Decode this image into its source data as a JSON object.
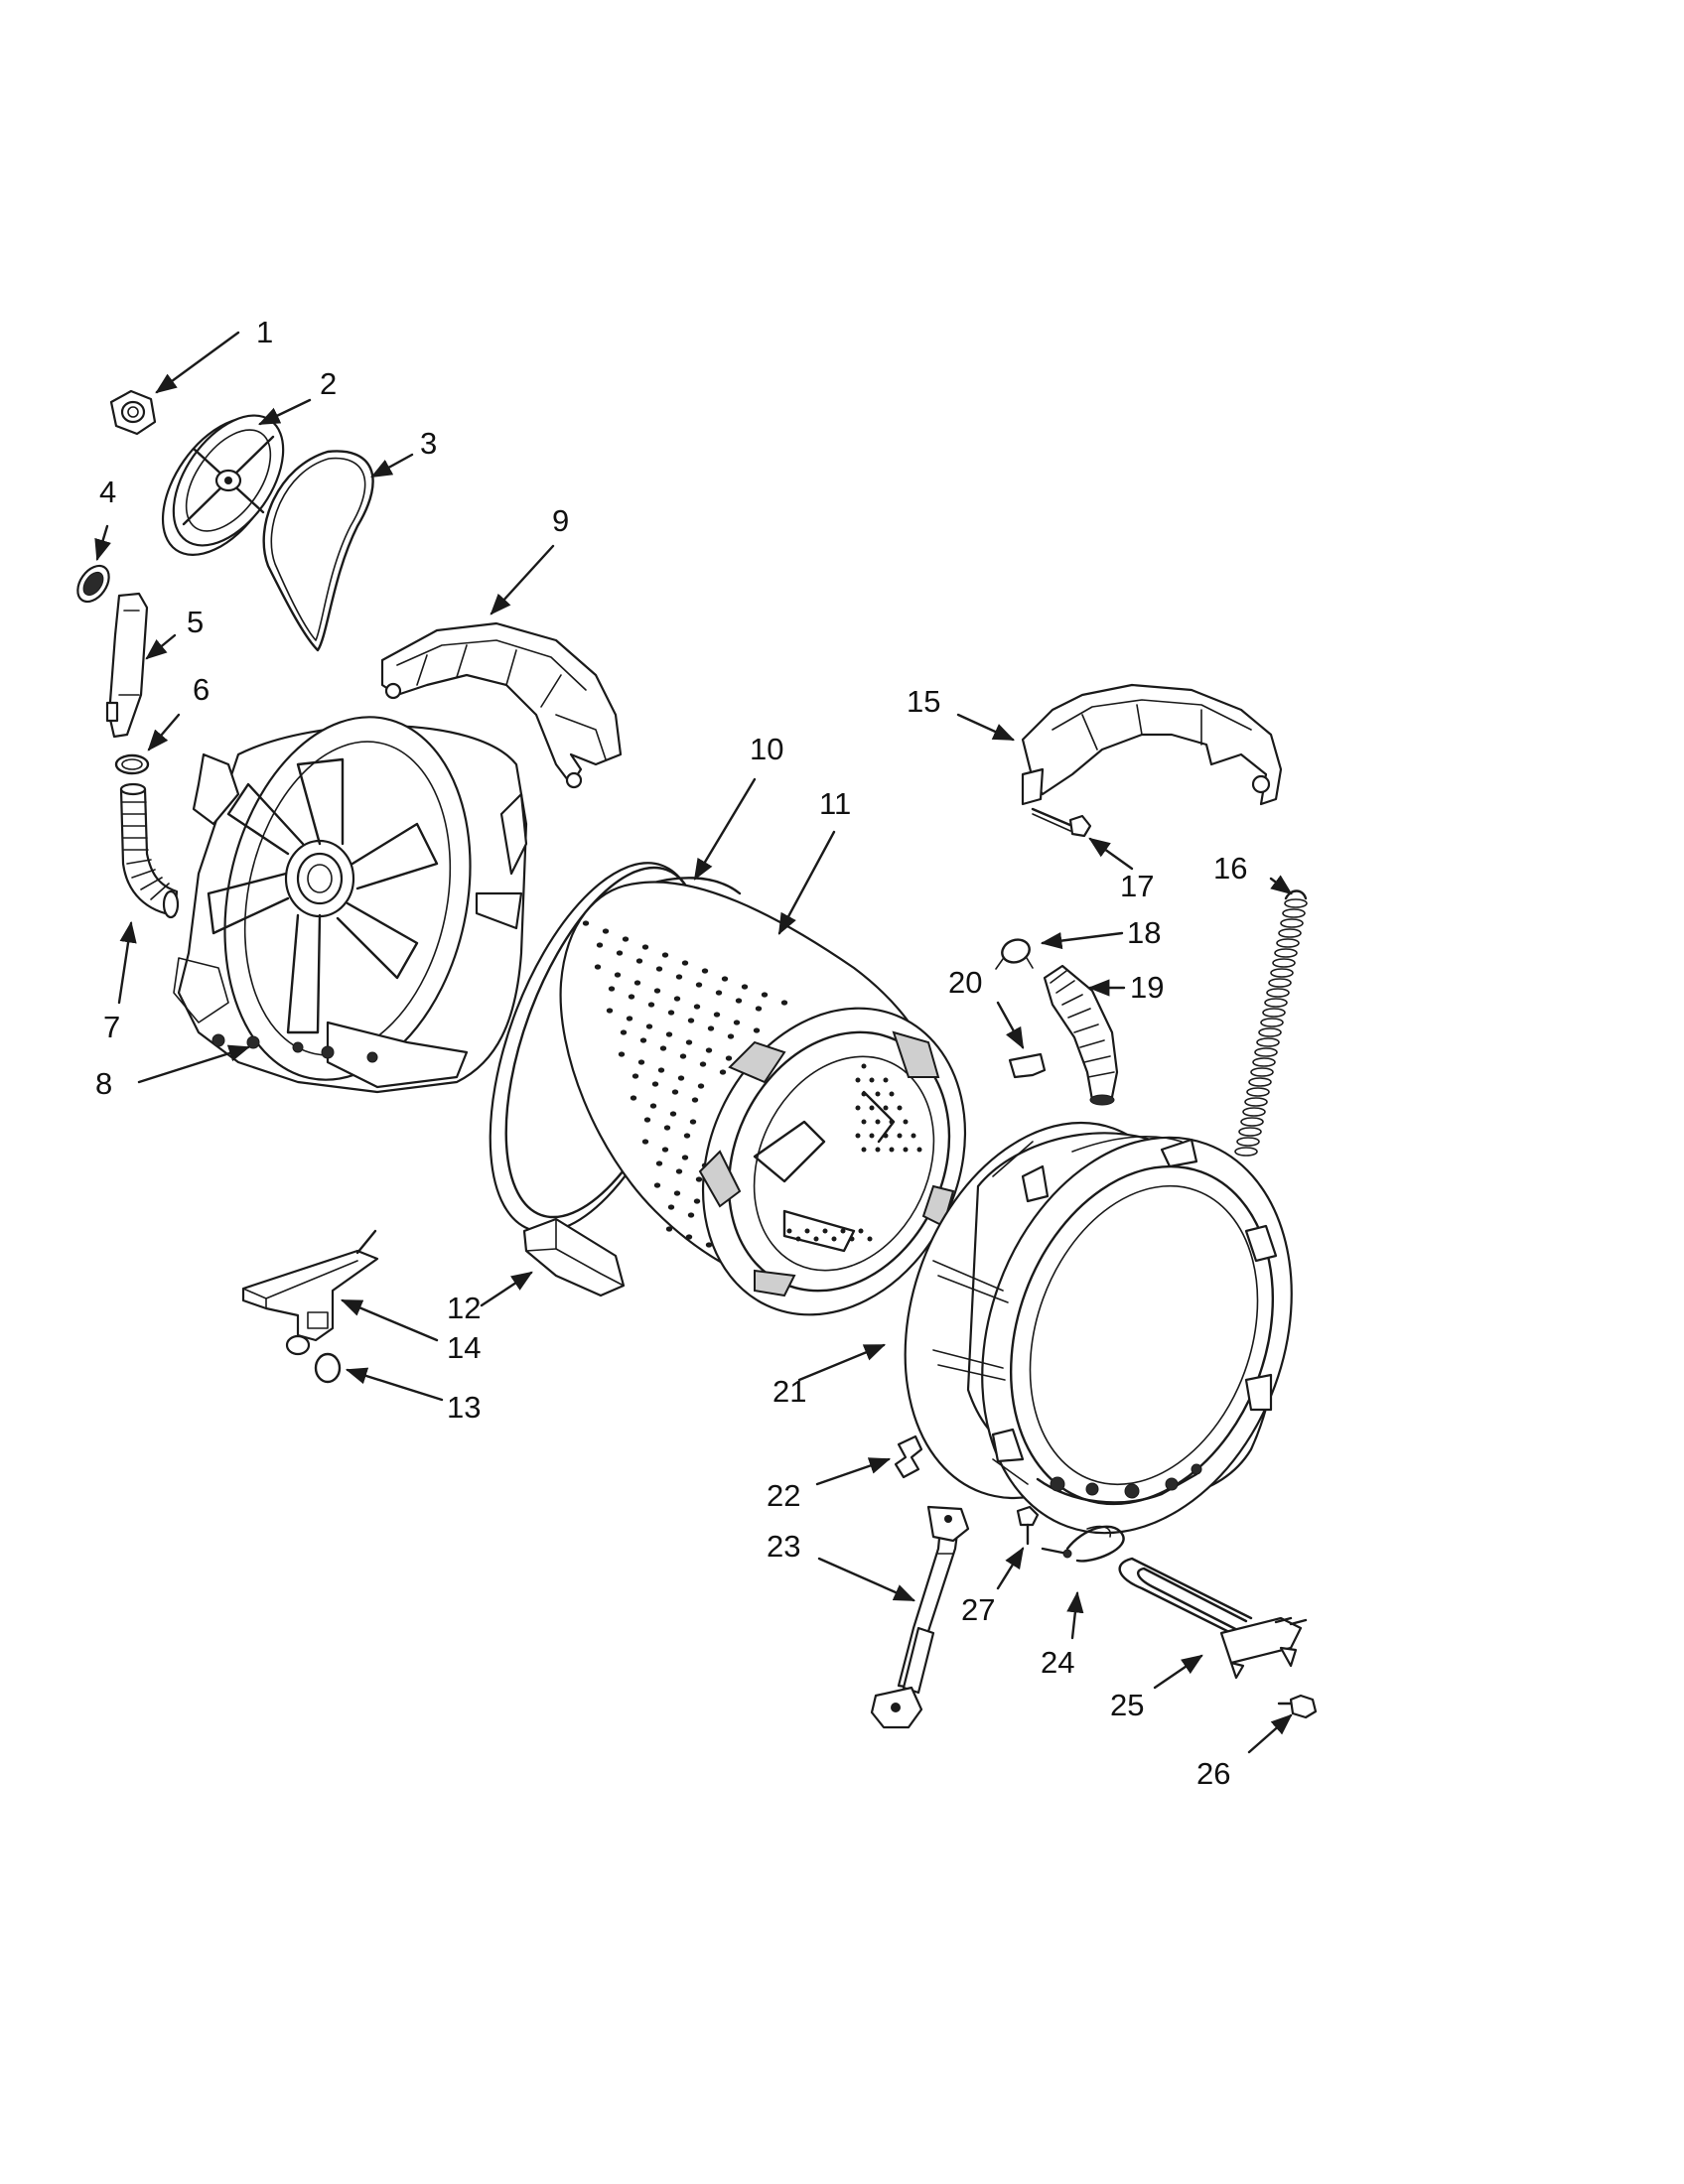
{
  "labels": [
    {
      "id": 1,
      "text": "1"
    },
    {
      "id": 2,
      "text": "2"
    },
    {
      "id": 3,
      "text": "3"
    },
    {
      "id": 4,
      "text": "4"
    },
    {
      "id": 5,
      "text": "5"
    },
    {
      "id": 6,
      "text": "6"
    },
    {
      "id": 7,
      "text": "7"
    },
    {
      "id": 8,
      "text": "8"
    },
    {
      "id": 9,
      "text": "9"
    },
    {
      "id": 10,
      "text": "10"
    },
    {
      "id": 11,
      "text": "11"
    },
    {
      "id": 12,
      "text": "12"
    },
    {
      "id": 13,
      "text": "13"
    },
    {
      "id": 14,
      "text": "14"
    },
    {
      "id": 15,
      "text": "15"
    },
    {
      "id": 16,
      "text": "16"
    },
    {
      "id": 17,
      "text": "17"
    },
    {
      "id": 18,
      "text": "18"
    },
    {
      "id": 19,
      "text": "19"
    },
    {
      "id": 20,
      "text": "20"
    },
    {
      "id": 21,
      "text": "21"
    },
    {
      "id": 22,
      "text": "22"
    },
    {
      "id": 23,
      "text": "23"
    },
    {
      "id": 24,
      "text": "24"
    },
    {
      "id": 25,
      "text": "25"
    },
    {
      "id": 26,
      "text": "26"
    },
    {
      "id": 27,
      "text": "27"
    }
  ]
}
